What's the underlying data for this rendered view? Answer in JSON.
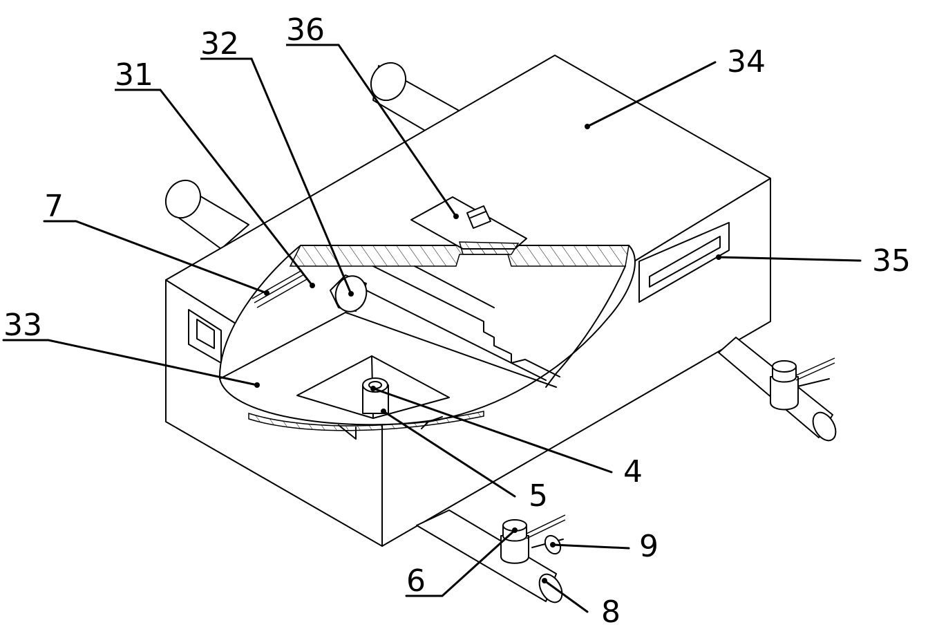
{
  "figure": {
    "labels": [
      {
        "id": "31",
        "text": "31"
      },
      {
        "id": "32",
        "text": "32"
      },
      {
        "id": "36",
        "text": "36"
      },
      {
        "id": "34",
        "text": "34"
      },
      {
        "id": "7",
        "text": "7"
      },
      {
        "id": "33",
        "text": "33"
      },
      {
        "id": "35",
        "text": "35"
      },
      {
        "id": "4",
        "text": "4"
      },
      {
        "id": "5",
        "text": "5"
      },
      {
        "id": "9",
        "text": "9"
      },
      {
        "id": "6",
        "text": "6"
      },
      {
        "id": "8",
        "text": "8"
      }
    ]
  }
}
